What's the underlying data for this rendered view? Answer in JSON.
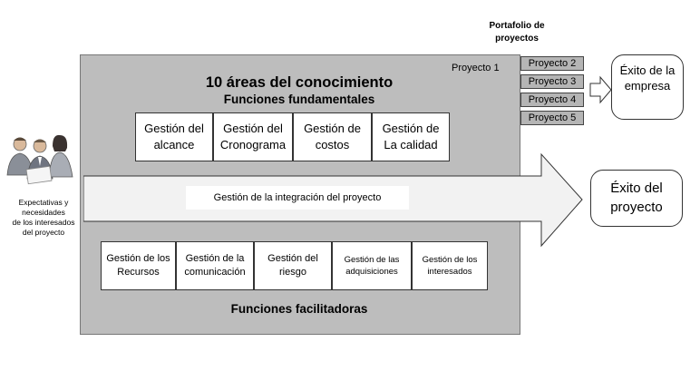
{
  "stakeholders": {
    "caption": [
      "Expectativas y",
      "necesidades",
      "de los interesados",
      "del proyecto"
    ]
  },
  "portfolio": {
    "title": [
      "Portafolio de",
      "proyectos"
    ],
    "items": [
      "Proyecto 2",
      "Proyecto 3",
      "Proyecto 4",
      "Proyecto 5"
    ]
  },
  "main": {
    "title": "10 áreas del conocimiento",
    "subtitle": "Funciones fundamentales",
    "corner_label": "Proyecto 1",
    "fundamental_areas": [
      [
        "Gestión del",
        "alcance"
      ],
      [
        "Gestión del",
        "Cronograma"
      ],
      [
        "Gestión de",
        "costos"
      ],
      [
        "Gestión de",
        "La calidad"
      ]
    ],
    "integration": "Gestión de la integración del proyecto",
    "facilitating_areas": [
      [
        "Gestión de los",
        "Recursos"
      ],
      [
        "Gestión de la",
        "comunicación"
      ],
      [
        "Gestión del",
        "riesgo"
      ],
      [
        "Gestión de las",
        "adquisiciones"
      ],
      [
        "Gestión de los",
        "interesados"
      ]
    ],
    "facilitating_label": "Funciones facilitadoras"
  },
  "outcomes": {
    "company": [
      "Éxito de la",
      "empresa"
    ],
    "project": [
      "Éxito del",
      "proyecto"
    ]
  }
}
